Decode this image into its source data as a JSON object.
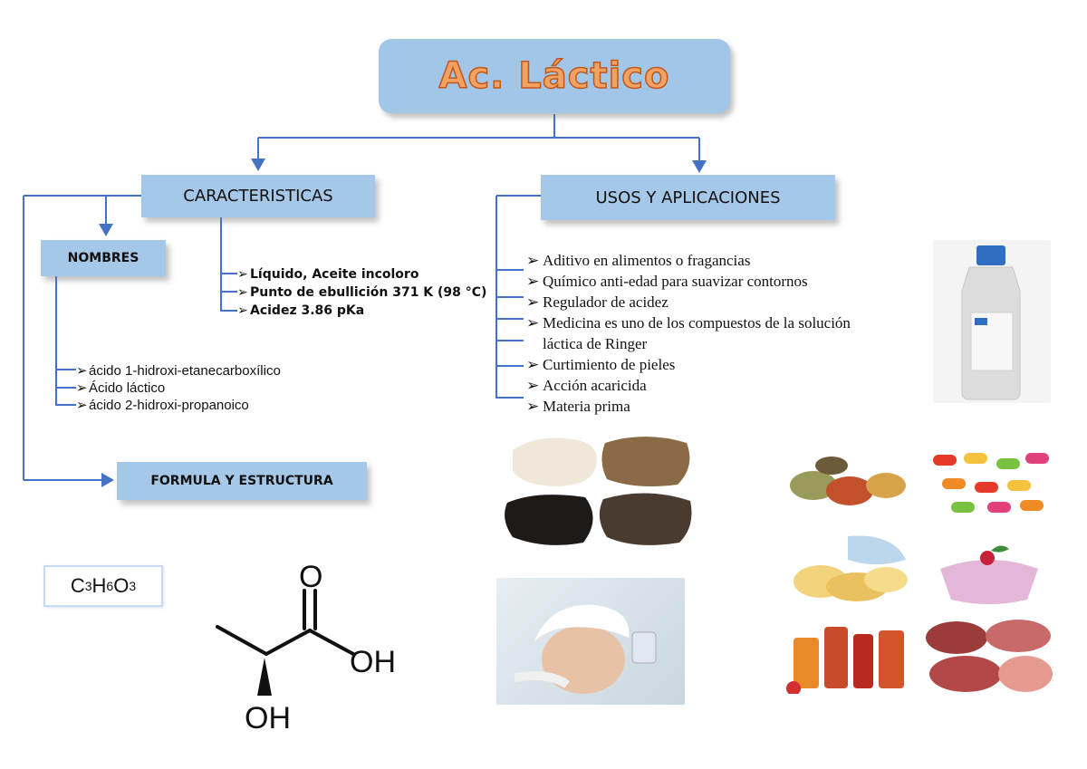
{
  "title": "Ac. Láctico",
  "caracteristicas": {
    "label": "CARACTERISTICAS",
    "items": [
      "Líquido, Aceite incoloro",
      "Punto de ebullición 371 K (98 °C)",
      "Acidez  3.86 pKa"
    ]
  },
  "nombres": {
    "label": "NOMBRES",
    "items": [
      " ácido 1-hidroxi-etanecarboxílico",
      "Ácido láctico",
      "ácido 2-hidroxi-propanoico"
    ]
  },
  "formula_estructura": {
    "label": "FORMULA Y ESTRUCTURA",
    "formula": {
      "c": "C",
      "c_n": "3",
      "h": "H",
      "h_n": "6",
      "o": "O",
      "o_n": "3"
    },
    "structure_labels": {
      "carbonyl_o": "O",
      "hydroxyl": "OH",
      "alpha_oh": "OH"
    }
  },
  "usos": {
    "label": "USOS Y APLICACIONES",
    "items": [
      "Aditivo en alimentos o fragancias",
      "Químico anti-edad para suavizar contornos",
      "Regulador de acidez",
      "Medicina es uno de los compuestos de la solución",
      "láctica de Ringer",
      "Curtimiento de pieles",
      "Acción acaricida",
      "Materia prima"
    ]
  },
  "colors": {
    "box": "#a6c8e8",
    "title_text": "#f4a261",
    "connector": "#4472c4"
  },
  "icons": {
    "bullet": "arrow-bullet-icon"
  }
}
